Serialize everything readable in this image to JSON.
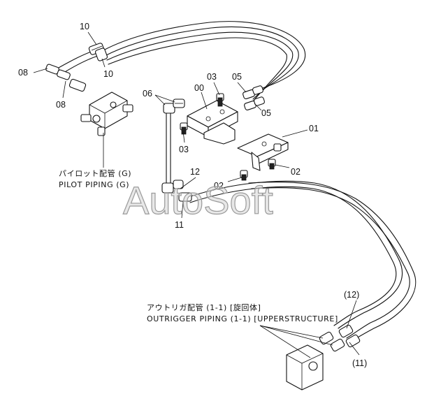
{
  "watermark": "AutoSoft",
  "captions": {
    "pilot_jp": "パイロット配管 (G)",
    "pilot_en": "PILOT PIPING (G)",
    "outrigger_jp": "アウトリガ配管 (1-1) [旋回体]",
    "outrigger_en": "OUTRIGGER PIPING (1-1) [UPPERSTRUCTURE]"
  },
  "callouts": {
    "c10a": "10",
    "c10b": "10",
    "c08a": "08",
    "c08b": "08",
    "c06": "06",
    "c00": "00",
    "c03a": "03",
    "c05a": "05",
    "c05b": "05",
    "c03b": "03",
    "c01": "01",
    "c02a": "02",
    "c02b": "02",
    "c12": "12",
    "c11": "11",
    "c12p": "(12)",
    "c11p": "(11)"
  }
}
